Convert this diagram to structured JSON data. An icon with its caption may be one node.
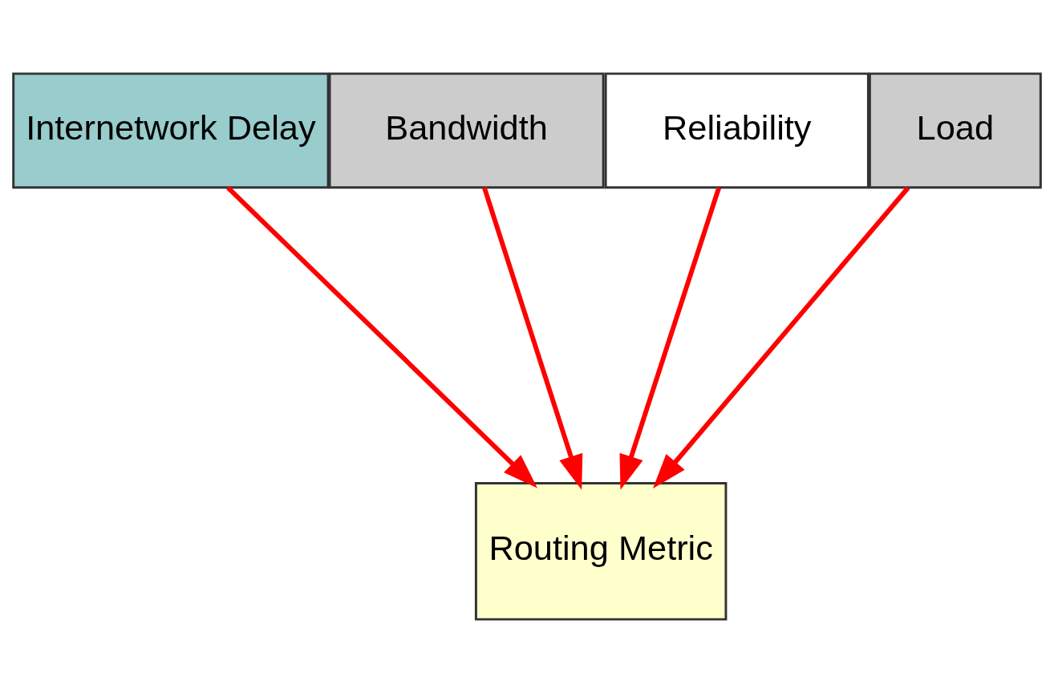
{
  "diagram": {
    "nodes": [
      {
        "text": [
          "Internetwork Delay"
        ]
      },
      {
        "text": [
          "Bandwidth"
        ]
      },
      {
        "text": [
          "Reliability"
        ]
      },
      {
        "text": [
          "Load"
        ]
      },
      {
        "text": [
          "Routing Metric"
        ]
      }
    ],
    "edges": [
      {
        "from": 0,
        "to": 4,
        "arrow": "to"
      },
      {
        "from": 1,
        "to": 4,
        "arrow": "to"
      },
      {
        "from": 2,
        "to": 4,
        "arrow": "to"
      },
      {
        "from": 3,
        "to": 4,
        "arrow": "to"
      }
    ]
  }
}
